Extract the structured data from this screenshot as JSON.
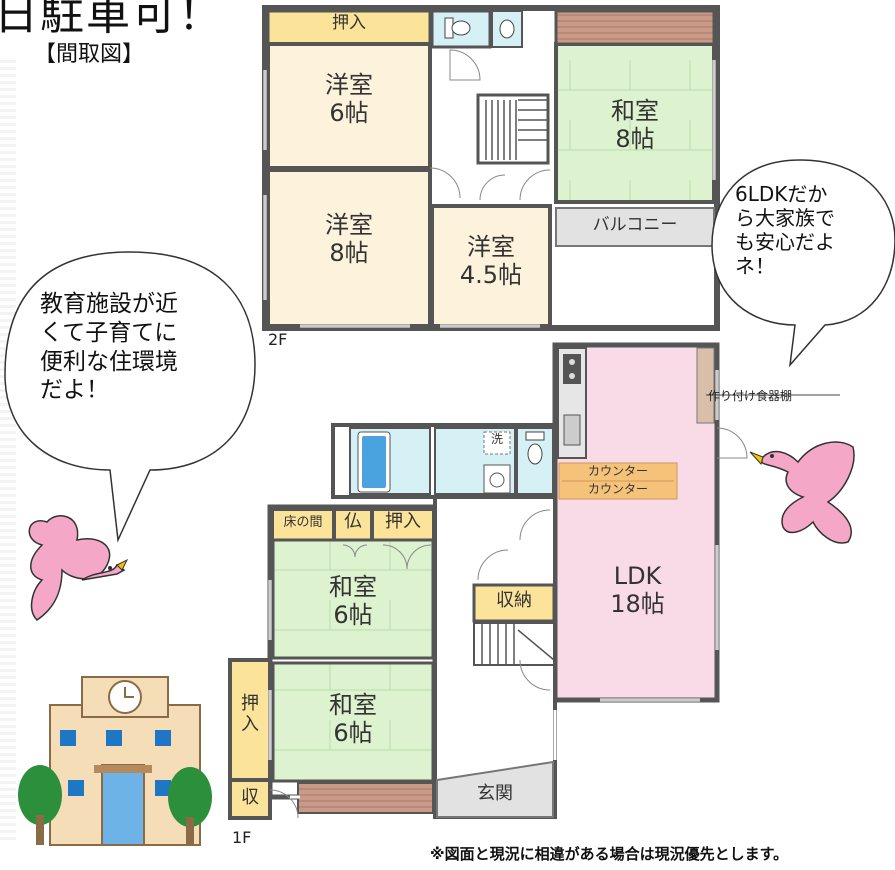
{
  "header": {
    "title_fragment": "日駐車可！",
    "plan_caption": "【間取図】"
  },
  "floors": {
    "second": {
      "label": "2F",
      "rooms": {
        "oshiire": "押入",
        "yoshitsu_6": [
          "洋室",
          "6帖"
        ],
        "yoshitsu_8": [
          "洋室",
          "8帖"
        ],
        "yoshitsu_45": [
          "洋室",
          "4.5帖"
        ],
        "washitsu_8": [
          "和室",
          "8帖"
        ],
        "balcony": "バルコニー"
      }
    },
    "first": {
      "label": "1F",
      "rooms": {
        "tokonoma": "床の間",
        "butsudan": "仏",
        "oshiire": "押入",
        "washitsu_6_upper": [
          "和室",
          "6帖"
        ],
        "washitsu_6_lower": [
          "和室",
          "6帖"
        ],
        "oshiire_side": [
          "押",
          "入"
        ],
        "shu": "収",
        "genkan": "玄関",
        "shuno": "収納",
        "ldk": [
          "LDK",
          "18帖"
        ],
        "counter_1": "カウンター",
        "counter_2": "カウンター",
        "sentaku": "洗",
        "built_in": "作り付け食器棚"
      }
    }
  },
  "bubbles": {
    "left": [
      "教育施設が近",
      "くて子育てに",
      "便利な住環境",
      "だよ！"
    ],
    "right": [
      "6LDKだか",
      "ら大家族で",
      "も安心だよ",
      "ネ！"
    ]
  },
  "footer_note": "※図面と現況に相違がある場合は現況優先とします。",
  "colors": {
    "wall": "#555555",
    "yoshitsu": "#fdf3dc",
    "washitsu": "#ddf2cf",
    "oshiire": "#fbe39a",
    "ldk": "#f8dbe6",
    "water": "#d6f1f6",
    "counter": "#f5c27a",
    "balcony": "#e2e2e2",
    "veranda_wood": "#c99a88",
    "bird": "#f4a7c6",
    "school": "#f5ddb8"
  },
  "icons": [
    "bird-icon",
    "school-icon",
    "clock-icon",
    "tree-icon",
    "bathtub-icon",
    "toilet-icon",
    "sink-icon",
    "stove-icon",
    "stairs-icon"
  ]
}
